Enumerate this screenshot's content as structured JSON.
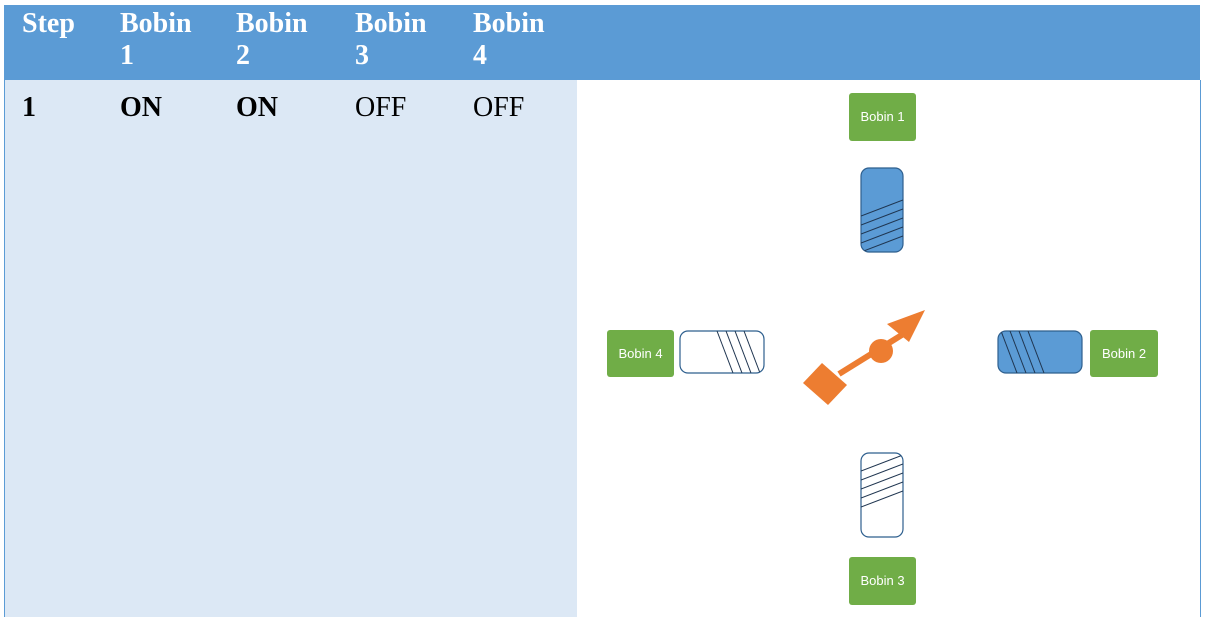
{
  "table": {
    "headers": [
      [
        "Step",
        ""
      ],
      [
        "Bobin",
        "1"
      ],
      [
        "Bobin",
        "2"
      ],
      [
        "Bobin",
        "3"
      ],
      [
        "Bobin",
        "4"
      ]
    ],
    "row": {
      "step": "1",
      "bobin1": "ON",
      "bobin2": "ON",
      "bobin3": "OFF",
      "bobin4": "OFF"
    }
  },
  "diagram": {
    "bobin1_label": "Bobin 1",
    "bobin2_label": "Bobin 2",
    "bobin3_label": "Bobin 3",
    "bobin4_label": "Bobin 4",
    "colors": {
      "header": "#5b9bd5",
      "panel": "#dce8f5",
      "coil_on": "#5b9bd5",
      "coil_off": "#ffffff",
      "coil_outline": "#2e5f8e",
      "label": "#70ad47",
      "rotor": "#ed7d31"
    }
  }
}
